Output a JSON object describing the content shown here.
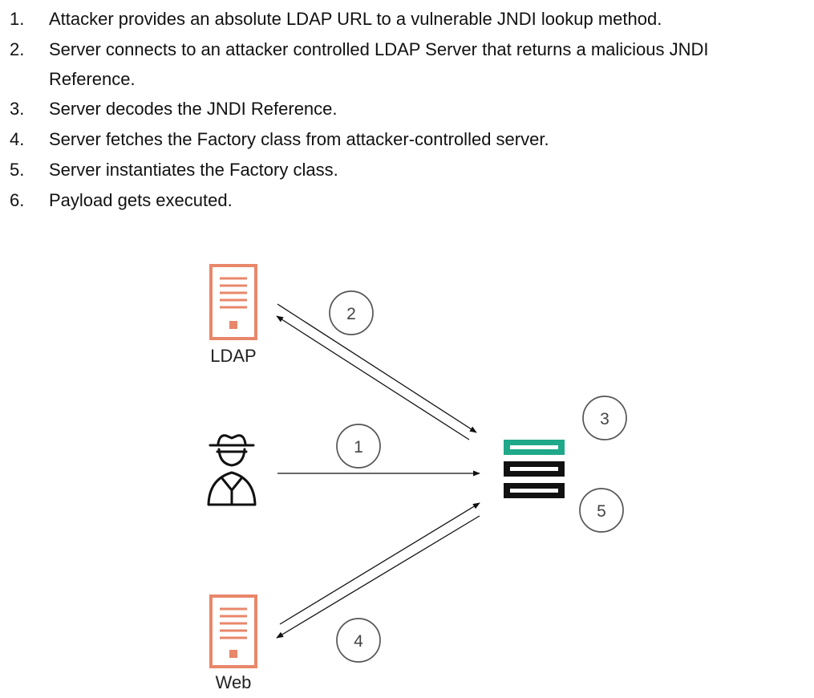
{
  "steps": [
    {
      "num": "1.",
      "text": "Attacker provides an absolute LDAP URL to a vulnerable JNDI lookup method."
    },
    {
      "num": "2.",
      "text": "Server connects to an attacker controlled LDAP Server that returns a malicious JNDI",
      "text_cont": "Reference."
    },
    {
      "num": "3.",
      "text": "Server decodes the JNDI Reference."
    },
    {
      "num": "4.",
      "text": "Server fetches the Factory class from attacker-controlled server."
    },
    {
      "num": "5.",
      "text": "Server instantiates the Factory class."
    },
    {
      "num": "6.",
      "text": "Payload gets executed."
    }
  ],
  "diagram": {
    "nodes": {
      "ldap": {
        "label": "LDAP",
        "icon": "server-tower-icon"
      },
      "attacker": {
        "icon": "spy-attacker-icon"
      },
      "web": {
        "label": "Web",
        "icon": "server-tower-icon"
      },
      "target": {
        "icon": "server-rack-icon"
      }
    },
    "badges": [
      "1",
      "2",
      "3",
      "4",
      "5"
    ],
    "colors": {
      "tower": "#E8876A",
      "rack_top": "#1FA88A",
      "rack": "#111111",
      "arrow": "#111111"
    }
  }
}
